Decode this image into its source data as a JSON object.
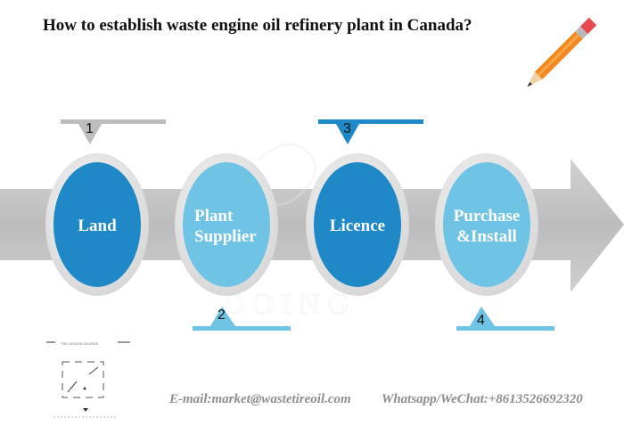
{
  "title": "How to establish waste engine oil refinery plant in Canada?",
  "steps": [
    {
      "number": "1",
      "label_lines": [
        "Land"
      ],
      "color": "#1f88c6",
      "marker_color": "#bdbdbd"
    },
    {
      "number": "2",
      "label_lines": [
        "Plant",
        "Supplier"
      ],
      "color": "#6fc3e4",
      "marker_color": "#6fc3e4"
    },
    {
      "number": "3",
      "label_lines": [
        "Licence"
      ],
      "color": "#1f88c6",
      "marker_color": "#1f88c6"
    },
    {
      "number": "4",
      "label_lines": [
        "Purchase",
        "&Install"
      ],
      "color": "#6fc3e4",
      "marker_color": "#6fc3e4"
    }
  ],
  "watermark": "DOING",
  "contact": {
    "email": "E-mail:market@wastetireoil.com",
    "whatsapp": "Whatsapp/WeChat:+8613526692320"
  },
  "colors": {
    "arrow": "#c4c4c4",
    "dark_blue": "#1f88c6",
    "light_blue": "#6fc3e4",
    "pencil_body": "#f2891e",
    "eraser": "#e8484f"
  },
  "icons": [
    "pencil-icon",
    "doing-logo-icon"
  ]
}
